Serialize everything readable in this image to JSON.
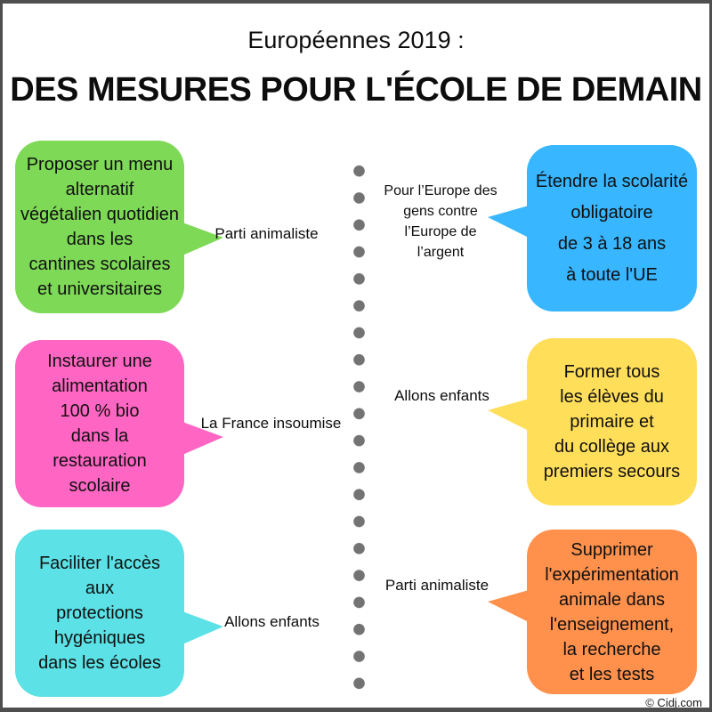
{
  "header": {
    "subtitle": "Européennes 2019 :",
    "title": "DES MESURES POUR L'ÉCOLE DE DEMAIN"
  },
  "measures": [
    {
      "text": "Proposer un menu\nalternatif\nvégétalien quotidien\ndans les\ncantines scolaires\net universitaires",
      "party": "Parti animaliste",
      "color": "#7ED957",
      "side": "left"
    },
    {
      "text": "Instaurer une\nalimentation\n100 % bio\ndans la\nrestauration\nscolaire",
      "party": "La France insoumise",
      "color": "#FF66C4",
      "side": "left"
    },
    {
      "text": "Faciliter l'accès\naux\nprotections\nhygéniques\ndans les écoles",
      "party": "Allons enfants",
      "color": "#5CE1E6",
      "side": "left"
    },
    {
      "text": "Étendre la scolarité\nobligatoire\nde 3 à 18 ans\nà toute l'UE",
      "party": "Pour l’Europe des\ngens contre\nl’Europe de\nl’argent",
      "color": "#38B6FF",
      "side": "right"
    },
    {
      "text": "Former tous\nles élèves du\nprimaire et\ndu collège aux\npremiers secours",
      "party": "Allons enfants",
      "color": "#FFDE59",
      "side": "right"
    },
    {
      "text": "Supprimer\nl'expérimentation\nanimale dans\nl'enseignement,\nla recherche\net les tests",
      "party": "Parti animaliste",
      "color": "#FF914D",
      "side": "right"
    }
  ],
  "divider": {
    "dot_color": "#737373"
  },
  "footer": {
    "credit": "© Cidj.com"
  }
}
